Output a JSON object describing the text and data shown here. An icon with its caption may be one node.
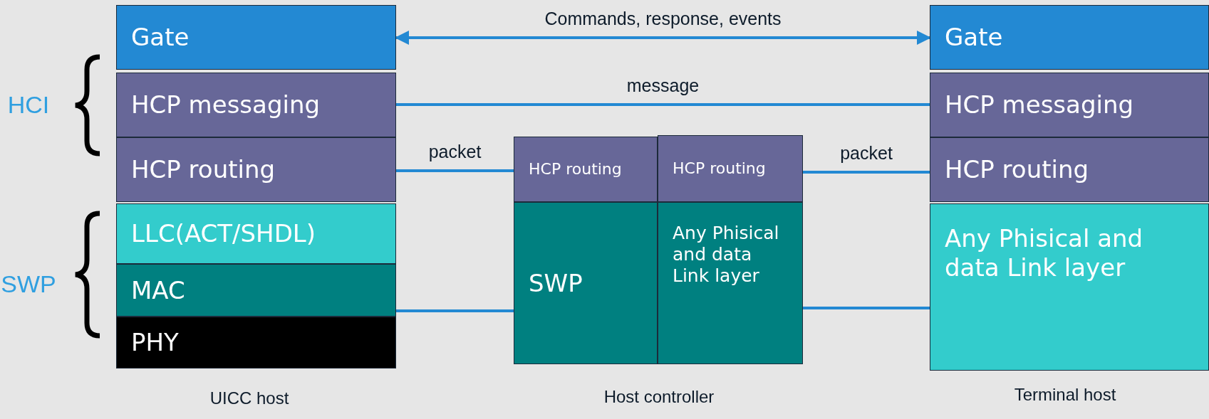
{
  "diagram": {
    "nodes": [
      {
        "text": [
          "Gate"
        ]
      },
      {
        "text": [
          "HCP messaging"
        ]
      },
      {
        "text": [
          "HCP routing"
        ]
      },
      {
        "text": [
          "LLC(ACT/SHDL)"
        ]
      },
      {
        "text": [
          "MAC"
        ]
      },
      {
        "text": [
          "PHY"
        ]
      },
      {
        "text": [
          "HCP routing"
        ]
      },
      {
        "text": [
          "SWP"
        ]
      },
      {
        "text": [
          "HCP routing"
        ]
      },
      {
        "text": [
          "Any Phisical and data Link layer"
        ]
      },
      {
        "text": [
          "Gate"
        ]
      },
      {
        "text": [
          "HCP messaging"
        ]
      },
      {
        "text": [
          "HCP routing"
        ]
      },
      {
        "text": [
          "Any Phisical and data Link layer"
        ]
      }
    ],
    "edges": [
      {
        "from": 0,
        "to": 10,
        "arrow": "both",
        "label": "Commands, response, events"
      },
      {
        "from": 1,
        "to": 11,
        "arrow": "none",
        "label": "message"
      },
      {
        "from": 2,
        "to": 6,
        "arrow": "none",
        "label": "packet"
      },
      {
        "from": 8,
        "to": 12,
        "arrow": "none",
        "label": "packet"
      },
      {
        "from": 4,
        "to": 7,
        "arrow": "none"
      },
      {
        "from": 9,
        "to": 13,
        "arrow": "none"
      }
    ],
    "labels": [
      "HCI",
      "SWP",
      "UICC host",
      "Host controller",
      "Terminal host"
    ]
  }
}
